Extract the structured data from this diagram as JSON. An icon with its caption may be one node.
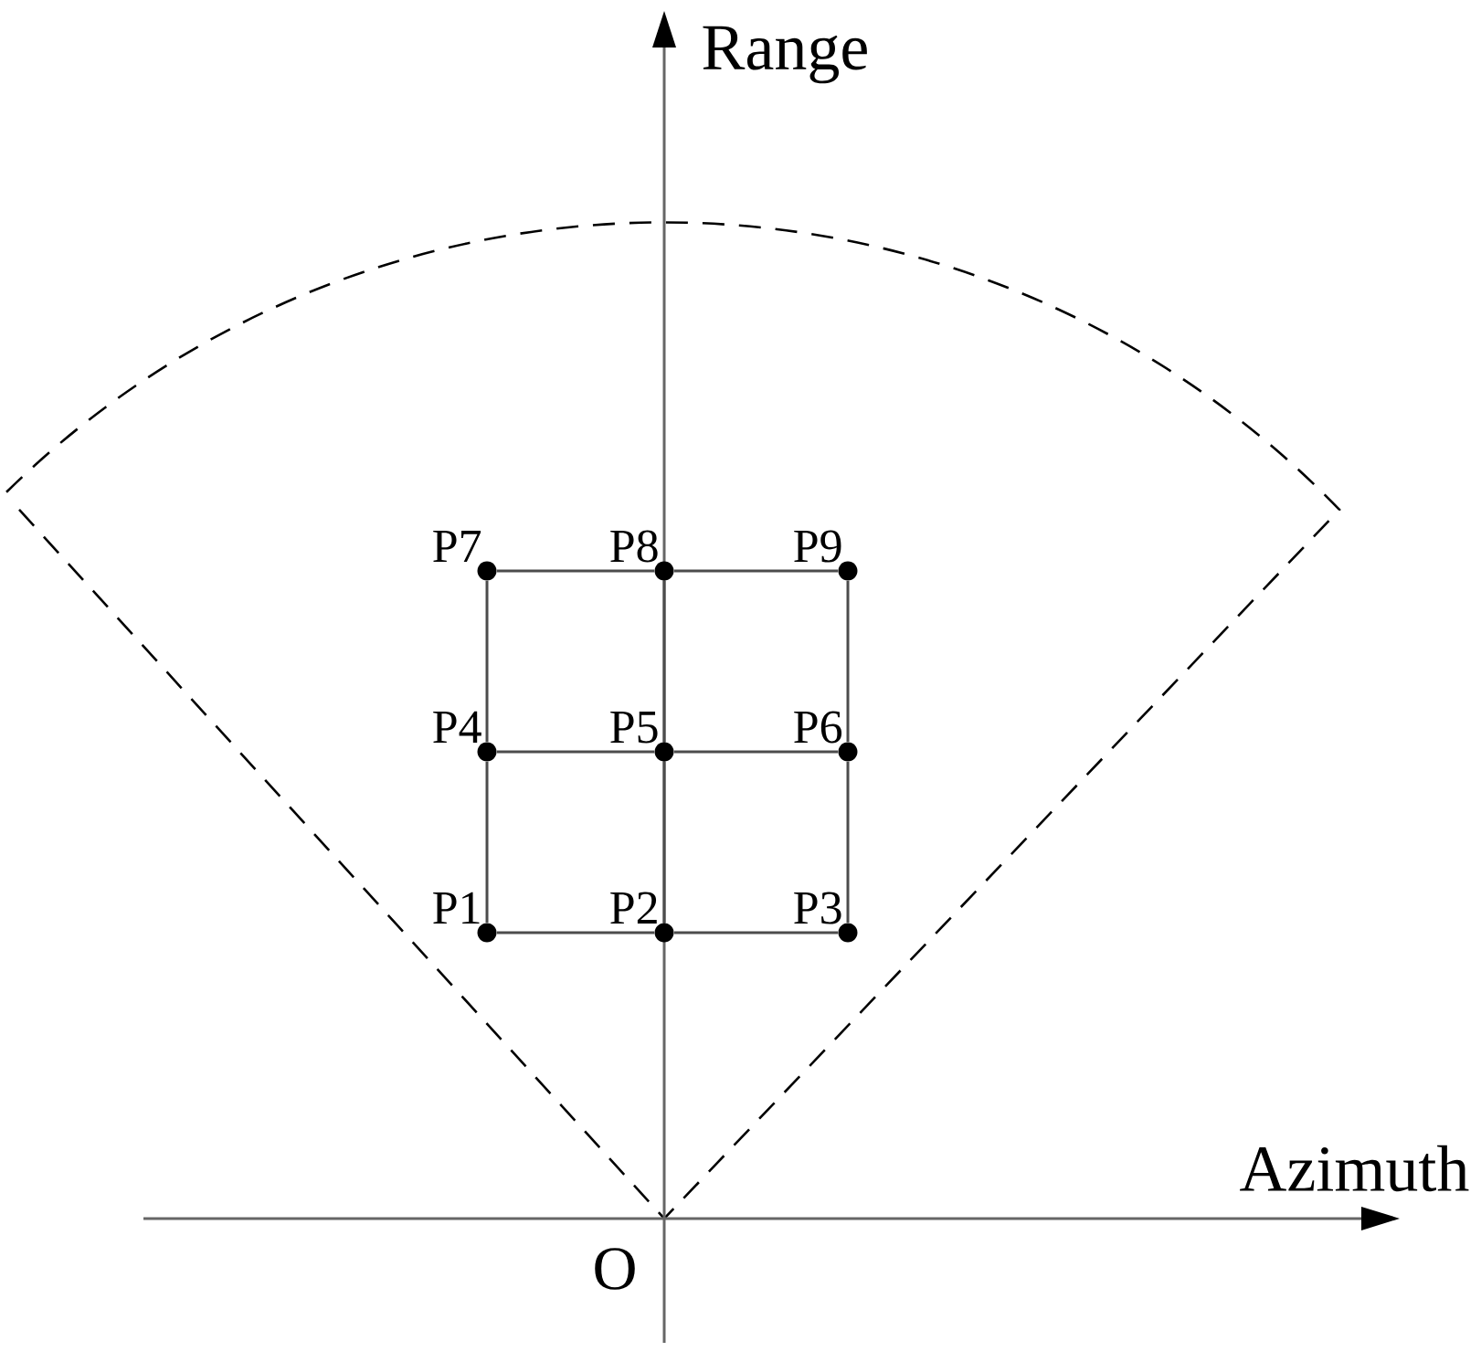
{
  "diagram": {
    "nodes": [
      {
        "text": [
          "P1"
        ]
      },
      {
        "text": [
          "P2"
        ]
      },
      {
        "text": [
          "P3"
        ]
      },
      {
        "text": [
          "P4"
        ]
      },
      {
        "text": [
          "P5"
        ]
      },
      {
        "text": [
          "P6"
        ]
      },
      {
        "text": [
          "P7"
        ]
      },
      {
        "text": [
          "P8"
        ]
      },
      {
        "text": [
          "P9"
        ]
      }
    ],
    "edges": [
      {
        "from": 0,
        "to": 1,
        "arrow": "none"
      },
      {
        "from": 1,
        "to": 2,
        "arrow": "none"
      },
      {
        "from": 3,
        "to": 4,
        "arrow": "none"
      },
      {
        "from": 4,
        "to": 5,
        "arrow": "none"
      },
      {
        "from": 6,
        "to": 7,
        "arrow": "none"
      },
      {
        "from": 7,
        "to": 8,
        "arrow": "none"
      },
      {
        "from": 0,
        "to": 3,
        "arrow": "none"
      },
      {
        "from": 3,
        "to": 6,
        "arrow": "none"
      },
      {
        "from": 1,
        "to": 4,
        "arrow": "none"
      },
      {
        "from": 4,
        "to": 7,
        "arrow": "none"
      },
      {
        "from": 2,
        "to": 5,
        "arrow": "none"
      },
      {
        "from": 5,
        "to": 8,
        "arrow": "none"
      }
    ],
    "labels": [
      "Range",
      "Azimuth",
      "O"
    ]
  }
}
